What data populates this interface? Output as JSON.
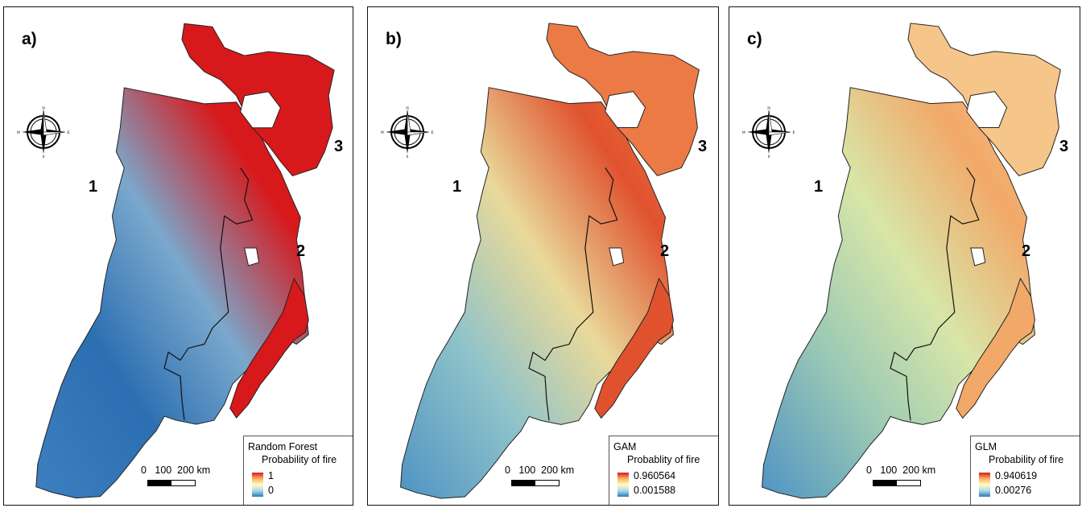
{
  "panels": [
    {
      "label": "a)",
      "legend_title": "Random Forest",
      "legend_subtitle": "Probability of fire",
      "legend_max": "1",
      "legend_min": "0",
      "scalebar_text": "0   100  200 km",
      "regions": [
        "1",
        "2",
        "3"
      ],
      "colors": {
        "west": "#2c6fb2",
        "center": "#7aa8cc",
        "east": "#d7191c",
        "north": "#d7191c",
        "south": "#3d7fbf"
      }
    },
    {
      "label": "b)",
      "legend_title": "GAM",
      "legend_subtitle": "Probablity of fire",
      "legend_max": "0.960564",
      "legend_min": "0.001588",
      "scalebar_text": "0   100  200 km",
      "regions": [
        "1",
        "2",
        "3"
      ],
      "colors": {
        "west": "#8fc3c9",
        "center": "#e9d99a",
        "east": "#e0522e",
        "north": "#ec7a45",
        "south": "#4f93c4"
      }
    },
    {
      "label": "c)",
      "legend_title": "GLM",
      "legend_subtitle": "Probability of fire",
      "legend_max": "0.940619",
      "legend_min": "0.00276",
      "scalebar_text": "0   100  200 km",
      "regions": [
        "1",
        "2",
        "3"
      ],
      "colors": {
        "west": "#9ccab4",
        "center": "#d8e6a8",
        "east": "#f2a868",
        "north": "#f6c58a",
        "south": "#4f93c4"
      }
    }
  ],
  "compass_letters": {
    "n": "N",
    "s": "S",
    "e": "E",
    "w": "W"
  },
  "ramp_colors": [
    "#d7191c",
    "#fdae61",
    "#ffffbf",
    "#abd9e9",
    "#2c7bb6"
  ]
}
